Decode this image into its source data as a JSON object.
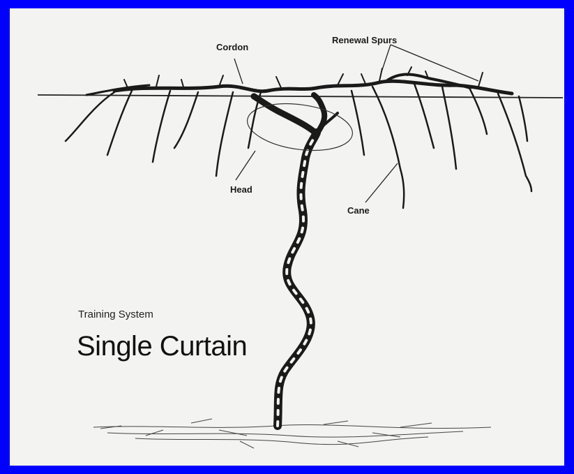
{
  "labels": {
    "cordon": "Cordon",
    "renewal_spurs": "Renewal Spurs",
    "head": "Head",
    "cane": "Cane"
  },
  "title": {
    "subtitle": "Training System",
    "main": "Single Curtain"
  },
  "colors": {
    "border": "#0000ff",
    "paper": "#f3f3f1",
    "ink": "#1a1a1a"
  }
}
